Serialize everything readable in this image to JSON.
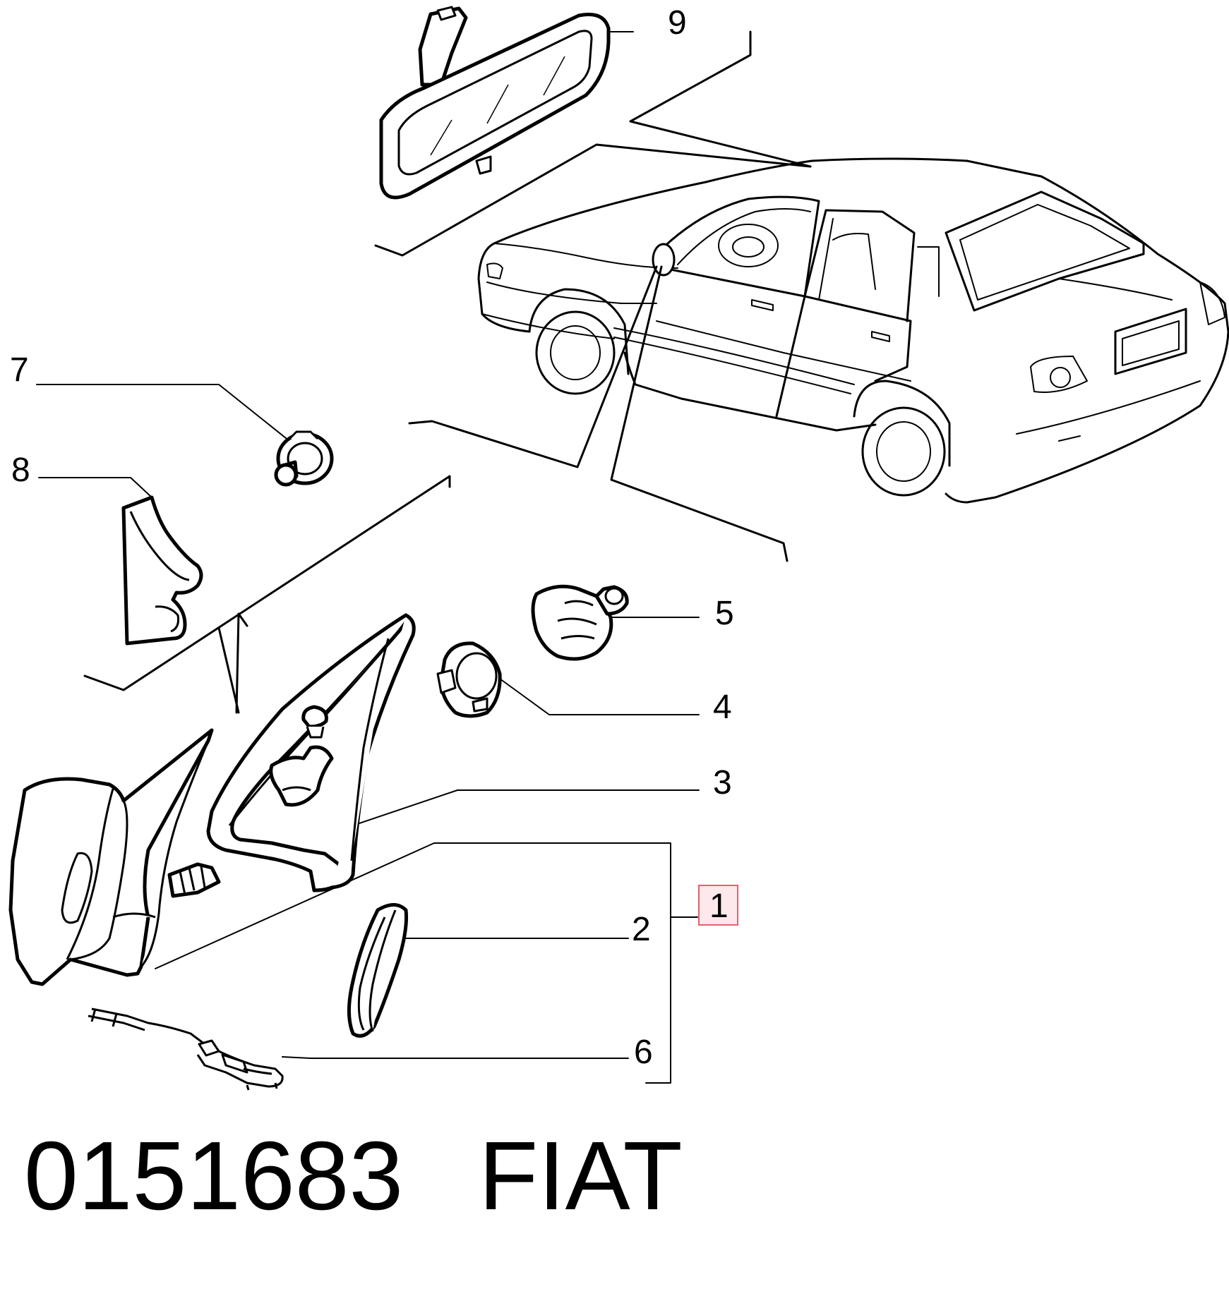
{
  "callouts": {
    "c1": "1",
    "c2": "2",
    "c3": "3",
    "c4": "4",
    "c5": "5",
    "c6": "6",
    "c7": "7",
    "c8": "8",
    "c9": "9"
  },
  "highlighted_callout": "1",
  "highlight_color": "#e4606f",
  "footer": {
    "part_number": "0151683",
    "brand": "FIAT"
  }
}
